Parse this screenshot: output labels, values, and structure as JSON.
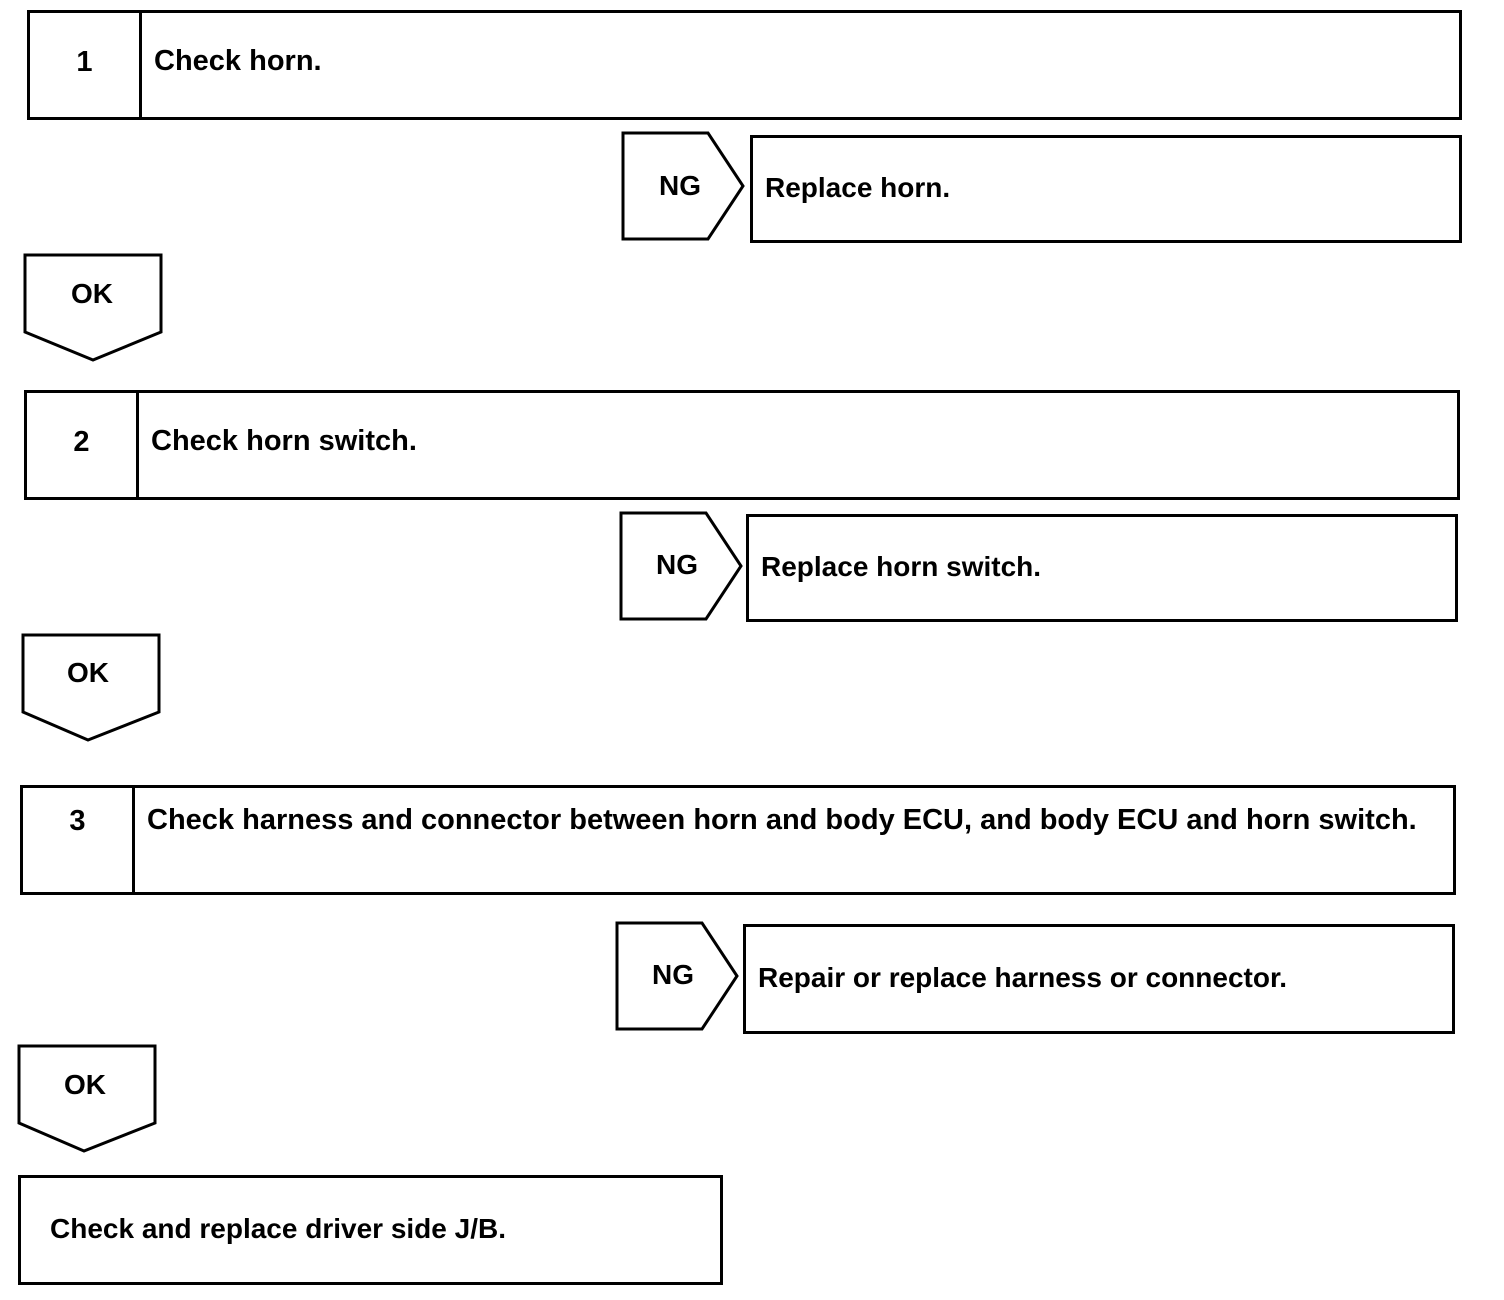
{
  "steps": [
    {
      "number": "1",
      "text": "Check horn.",
      "ng_label": "NG",
      "ng_action": "Replace horn.",
      "ok_label": "OK"
    },
    {
      "number": "2",
      "text": "Check horn switch.",
      "ng_label": "NG",
      "ng_action": "Replace horn switch.",
      "ok_label": "OK"
    },
    {
      "number": "3",
      "text": "Check harness and connector between horn and body ECU, and body ECU and horn switch.",
      "ng_label": "NG",
      "ng_action": "Repair or replace harness or connector.",
      "ok_label": "OK"
    }
  ],
  "final": {
    "text": "Check and replace driver side J/B."
  }
}
